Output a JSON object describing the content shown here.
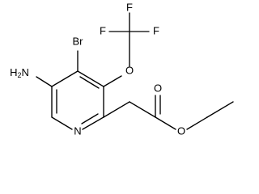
{
  "molecule": {
    "atoms": {
      "amino_group": "H2N",
      "bromine": "Br",
      "ring_nitrogen": "N",
      "ether_oxygen": "O",
      "fluorine_1": "F",
      "fluorine_2": "F",
      "fluorine_3": "F",
      "carbonyl_oxygen": "O",
      "ester_oxygen": "O"
    },
    "amino_parts": {
      "h": "H",
      "sub": "2",
      "n": "N"
    }
  }
}
